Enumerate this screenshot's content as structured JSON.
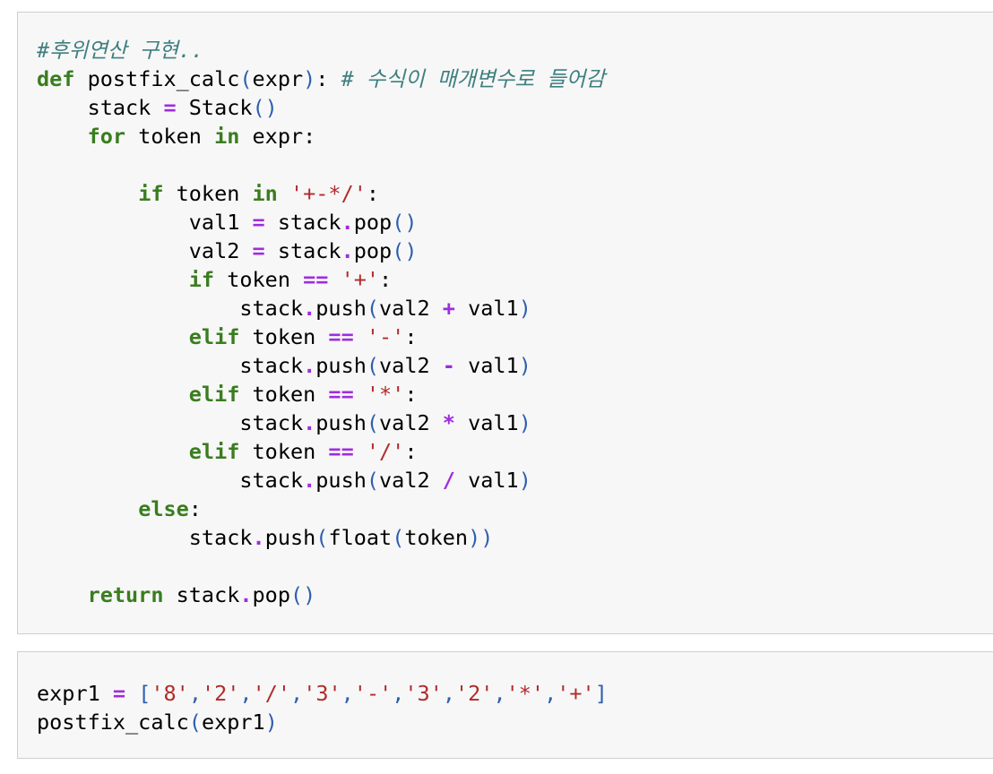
{
  "cells": [
    {
      "id": "cell-1",
      "lines": [
        [
          {
            "t": "cm",
            "v": "#후위연산 구현.."
          }
        ],
        [
          {
            "t": "kw",
            "v": "def"
          },
          {
            "t": "nm",
            "v": " postfix_calc"
          },
          {
            "t": "pn",
            "v": "("
          },
          {
            "t": "nm",
            "v": "expr"
          },
          {
            "t": "pn",
            "v": ")"
          },
          {
            "t": "nm",
            "v": ": "
          },
          {
            "t": "cm",
            "v": "# 수식이 매개변수로 들어감"
          }
        ],
        [
          {
            "t": "nm",
            "v": "    stack "
          },
          {
            "t": "op",
            "v": "="
          },
          {
            "t": "nm",
            "v": " Stack"
          },
          {
            "t": "pn",
            "v": "()"
          }
        ],
        [
          {
            "t": "nm",
            "v": "    "
          },
          {
            "t": "kw",
            "v": "for"
          },
          {
            "t": "nm",
            "v": " token "
          },
          {
            "t": "kw",
            "v": "in"
          },
          {
            "t": "nm",
            "v": " expr:"
          }
        ],
        [],
        [
          {
            "t": "nm",
            "v": "        "
          },
          {
            "t": "kw",
            "v": "if"
          },
          {
            "t": "nm",
            "v": " token "
          },
          {
            "t": "kw",
            "v": "in"
          },
          {
            "t": "nm",
            "v": " "
          },
          {
            "t": "str",
            "v": "'+-*/'"
          },
          {
            "t": "nm",
            "v": ":"
          }
        ],
        [
          {
            "t": "nm",
            "v": "            val1 "
          },
          {
            "t": "op",
            "v": "="
          },
          {
            "t": "nm",
            "v": " stack"
          },
          {
            "t": "op",
            "v": "."
          },
          {
            "t": "nm",
            "v": "pop"
          },
          {
            "t": "pn",
            "v": "()"
          }
        ],
        [
          {
            "t": "nm",
            "v": "            val2 "
          },
          {
            "t": "op",
            "v": "="
          },
          {
            "t": "nm",
            "v": " stack"
          },
          {
            "t": "op",
            "v": "."
          },
          {
            "t": "nm",
            "v": "pop"
          },
          {
            "t": "pn",
            "v": "()"
          }
        ],
        [
          {
            "t": "nm",
            "v": "            "
          },
          {
            "t": "kw",
            "v": "if"
          },
          {
            "t": "nm",
            "v": " token "
          },
          {
            "t": "op",
            "v": "=="
          },
          {
            "t": "nm",
            "v": " "
          },
          {
            "t": "str",
            "v": "'+'"
          },
          {
            "t": "nm",
            "v": ":"
          }
        ],
        [
          {
            "t": "nm",
            "v": "                stack"
          },
          {
            "t": "op",
            "v": "."
          },
          {
            "t": "nm",
            "v": "push"
          },
          {
            "t": "pn",
            "v": "("
          },
          {
            "t": "nm",
            "v": "val2 "
          },
          {
            "t": "op",
            "v": "+"
          },
          {
            "t": "nm",
            "v": " val1"
          },
          {
            "t": "pn",
            "v": ")"
          }
        ],
        [
          {
            "t": "nm",
            "v": "            "
          },
          {
            "t": "kw",
            "v": "elif"
          },
          {
            "t": "nm",
            "v": " token "
          },
          {
            "t": "op",
            "v": "=="
          },
          {
            "t": "nm",
            "v": " "
          },
          {
            "t": "str",
            "v": "'-'"
          },
          {
            "t": "nm",
            "v": ":"
          }
        ],
        [
          {
            "t": "nm",
            "v": "                stack"
          },
          {
            "t": "op",
            "v": "."
          },
          {
            "t": "nm",
            "v": "push"
          },
          {
            "t": "pn",
            "v": "("
          },
          {
            "t": "nm",
            "v": "val2 "
          },
          {
            "t": "op",
            "v": "-"
          },
          {
            "t": "nm",
            "v": " val1"
          },
          {
            "t": "pn",
            "v": ")"
          }
        ],
        [
          {
            "t": "nm",
            "v": "            "
          },
          {
            "t": "kw",
            "v": "elif"
          },
          {
            "t": "nm",
            "v": " token "
          },
          {
            "t": "op",
            "v": "=="
          },
          {
            "t": "nm",
            "v": " "
          },
          {
            "t": "str",
            "v": "'*'"
          },
          {
            "t": "nm",
            "v": ":"
          }
        ],
        [
          {
            "t": "nm",
            "v": "                stack"
          },
          {
            "t": "op",
            "v": "."
          },
          {
            "t": "nm",
            "v": "push"
          },
          {
            "t": "pn",
            "v": "("
          },
          {
            "t": "nm",
            "v": "val2 "
          },
          {
            "t": "op",
            "v": "*"
          },
          {
            "t": "nm",
            "v": " val1"
          },
          {
            "t": "pn",
            "v": ")"
          }
        ],
        [
          {
            "t": "nm",
            "v": "            "
          },
          {
            "t": "kw",
            "v": "elif"
          },
          {
            "t": "nm",
            "v": " token "
          },
          {
            "t": "op",
            "v": "=="
          },
          {
            "t": "nm",
            "v": " "
          },
          {
            "t": "str",
            "v": "'/'"
          },
          {
            "t": "nm",
            "v": ":"
          }
        ],
        [
          {
            "t": "nm",
            "v": "                stack"
          },
          {
            "t": "op",
            "v": "."
          },
          {
            "t": "nm",
            "v": "push"
          },
          {
            "t": "pn",
            "v": "("
          },
          {
            "t": "nm",
            "v": "val2 "
          },
          {
            "t": "op",
            "v": "/"
          },
          {
            "t": "nm",
            "v": " val1"
          },
          {
            "t": "pn",
            "v": ")"
          }
        ],
        [
          {
            "t": "nm",
            "v": "        "
          },
          {
            "t": "kw",
            "v": "else"
          },
          {
            "t": "nm",
            "v": ":"
          }
        ],
        [
          {
            "t": "nm",
            "v": "            stack"
          },
          {
            "t": "op",
            "v": "."
          },
          {
            "t": "nm",
            "v": "push"
          },
          {
            "t": "pn",
            "v": "("
          },
          {
            "t": "nm",
            "v": "float"
          },
          {
            "t": "pn",
            "v": "("
          },
          {
            "t": "nm",
            "v": "token"
          },
          {
            "t": "pn",
            "v": "))"
          }
        ],
        [],
        [
          {
            "t": "nm",
            "v": "    "
          },
          {
            "t": "kw",
            "v": "return"
          },
          {
            "t": "nm",
            "v": " stack"
          },
          {
            "t": "op",
            "v": "."
          },
          {
            "t": "nm",
            "v": "pop"
          },
          {
            "t": "pn",
            "v": "()"
          }
        ]
      ]
    },
    {
      "id": "cell-2",
      "lines": [
        [
          {
            "t": "nm",
            "v": "expr1 "
          },
          {
            "t": "op",
            "v": "="
          },
          {
            "t": "nm",
            "v": " "
          },
          {
            "t": "pn",
            "v": "["
          },
          {
            "t": "str",
            "v": "'8'"
          },
          {
            "t": "pn",
            "v": ","
          },
          {
            "t": "str",
            "v": "'2'"
          },
          {
            "t": "pn",
            "v": ","
          },
          {
            "t": "str",
            "v": "'/'"
          },
          {
            "t": "pn",
            "v": ","
          },
          {
            "t": "str",
            "v": "'3'"
          },
          {
            "t": "pn",
            "v": ","
          },
          {
            "t": "str",
            "v": "'-'"
          },
          {
            "t": "pn",
            "v": ","
          },
          {
            "t": "str",
            "v": "'3'"
          },
          {
            "t": "pn",
            "v": ","
          },
          {
            "t": "str",
            "v": "'2'"
          },
          {
            "t": "pn",
            "v": ","
          },
          {
            "t": "str",
            "v": "'*'"
          },
          {
            "t": "pn",
            "v": ","
          },
          {
            "t": "str",
            "v": "'+'"
          },
          {
            "t": "pn",
            "v": "]"
          }
        ],
        [
          {
            "t": "nm",
            "v": "postfix_calc"
          },
          {
            "t": "pn",
            "v": "("
          },
          {
            "t": "nm",
            "v": "expr1"
          },
          {
            "t": "pn",
            "v": ")"
          }
        ]
      ]
    }
  ]
}
